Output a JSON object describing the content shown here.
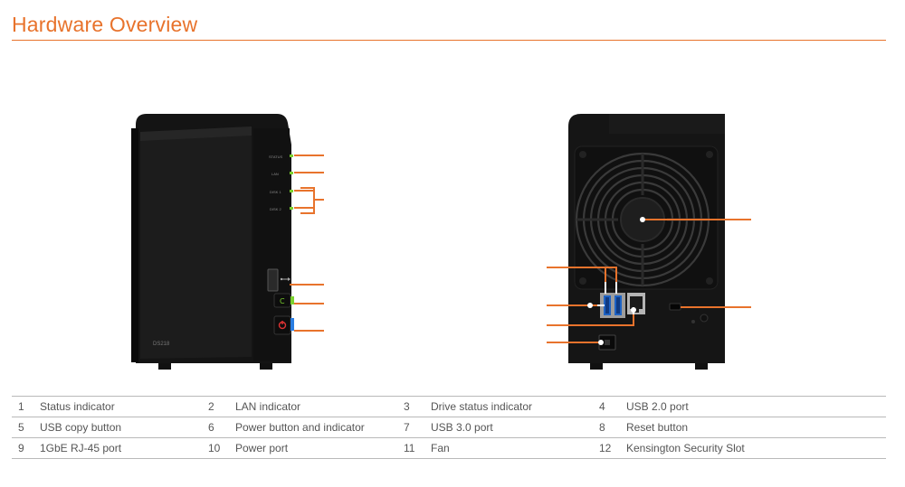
{
  "page": {
    "title": "Hardware Overview",
    "accent_color": "#e8732c"
  },
  "front_panel": {
    "model": "DS218",
    "led_labels": [
      "STATUS",
      "LAN",
      "DISK 1",
      "DISK 2"
    ],
    "icons": [
      "usb-icon",
      "copy-icon",
      "power-icon"
    ]
  },
  "legend": {
    "items": [
      {
        "num": "1",
        "label": "Status indicator"
      },
      {
        "num": "2",
        "label": "LAN indicator"
      },
      {
        "num": "3",
        "label": "Drive status indicator"
      },
      {
        "num": "4",
        "label": "USB 2.0 port"
      },
      {
        "num": "5",
        "label": "USB copy button"
      },
      {
        "num": "6",
        "label": "Power button and indicator"
      },
      {
        "num": "7",
        "label": "USB 3.0 port"
      },
      {
        "num": "8",
        "label": "Reset button"
      },
      {
        "num": "9",
        "label": "1GbE RJ-45 port"
      },
      {
        "num": "10",
        "label": "Power port"
      },
      {
        "num": "11",
        "label": "Fan"
      },
      {
        "num": "12",
        "label": "Kensington Security Slot"
      }
    ]
  }
}
